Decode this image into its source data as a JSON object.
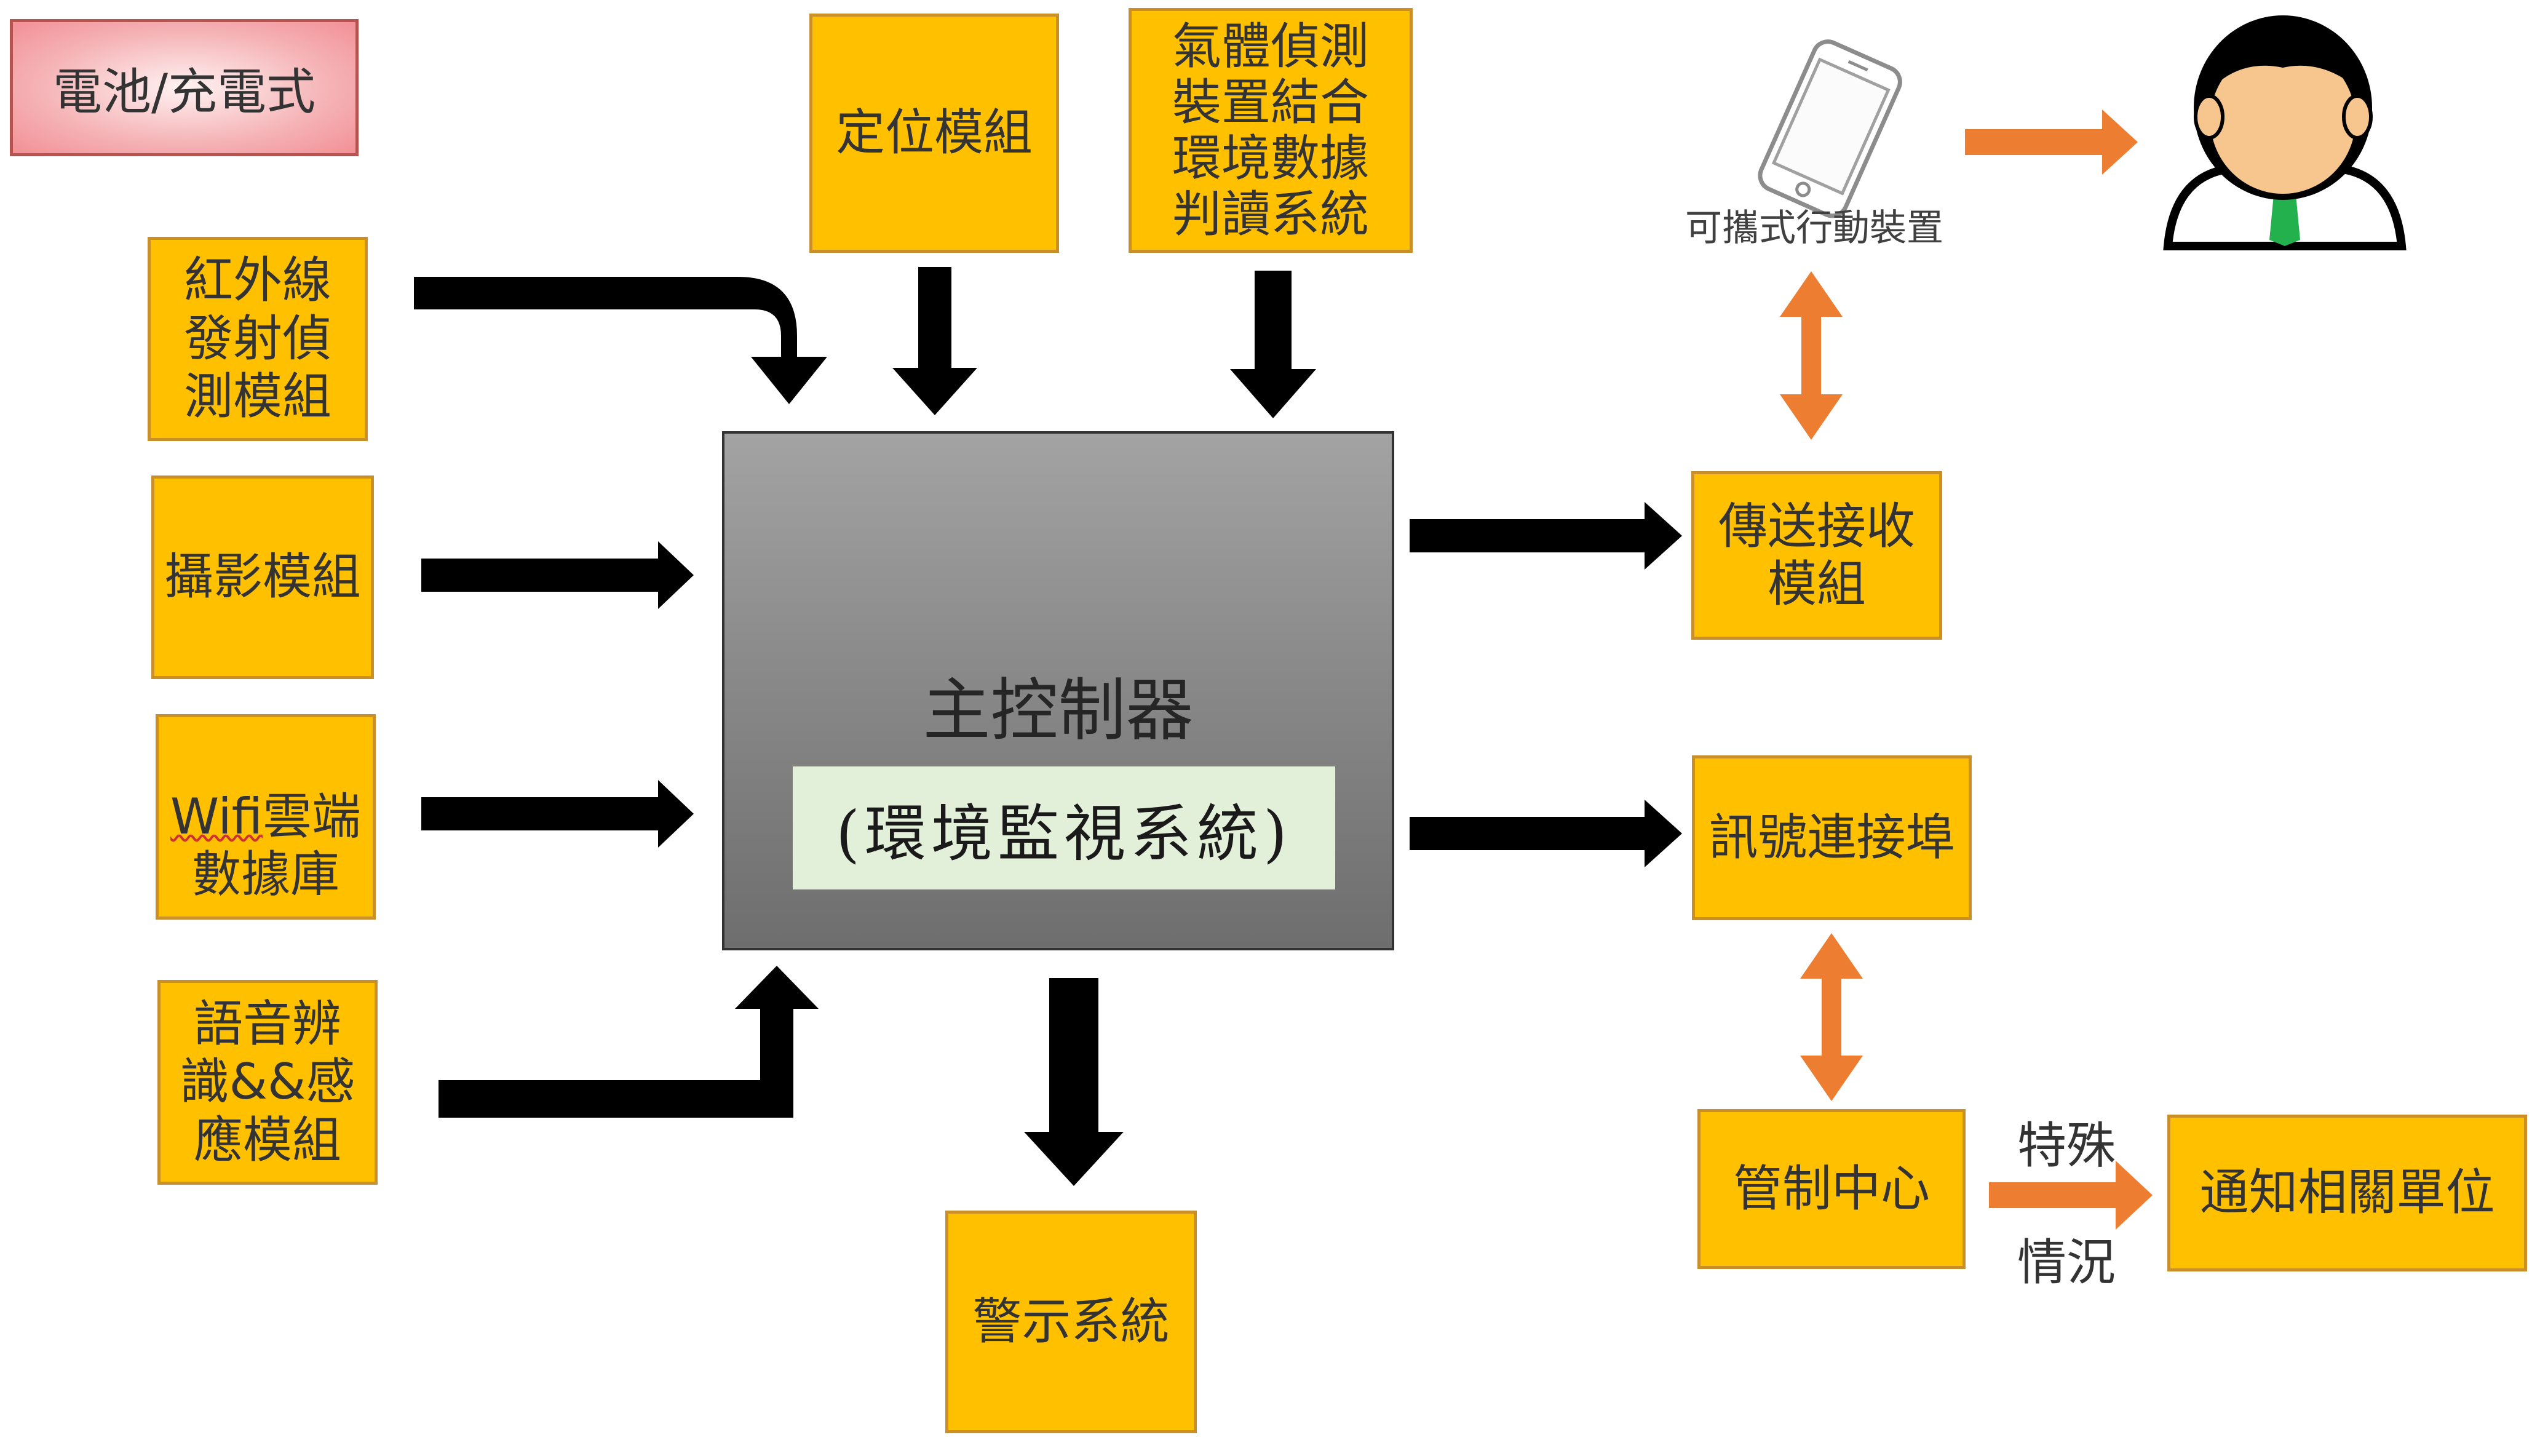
{
  "battery": "電池/充電式",
  "inputs": {
    "infrared": "紅外線\n發射偵\n測模組",
    "camera": "攝影模組",
    "wifi_prefix": "Wifi",
    "wifi_rest": "雲端\n數據庫",
    "voice": "語音辨\n識&&感\n應模組"
  },
  "top": {
    "positioning": "定位模組",
    "gas": "氣體偵測\n裝置結合\n環境數據\n判讀系統"
  },
  "main": {
    "title": "主控制器",
    "subtitle": "(環境監視系統)"
  },
  "outputs": {
    "alarm": "警示系統",
    "transceiver": "傳送接收\n模組",
    "signal_port": "訊號連接埠",
    "control_center": "管制中心",
    "notify": "通知相關單位"
  },
  "mobile_label": "可攜式行動裝置",
  "special_top": "特殊",
  "special_bottom": "情況",
  "colors": {
    "module": "#ffc000",
    "arrow_black": "#000000",
    "arrow_orange": "#ed7d31",
    "battery_fill": "#f5b3b6"
  }
}
